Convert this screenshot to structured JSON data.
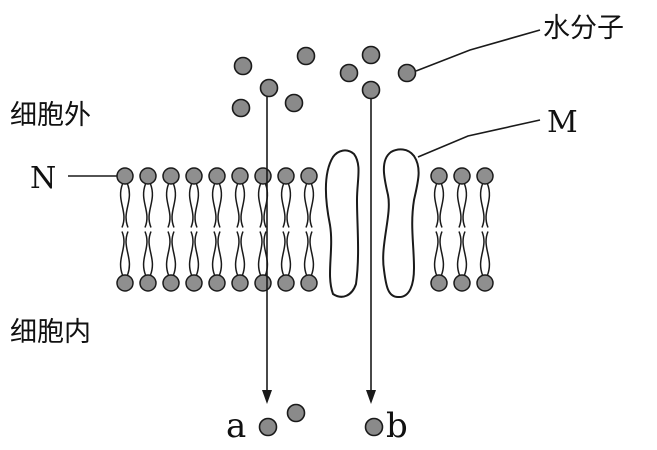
{
  "labels": {
    "outside": "细胞外",
    "inside": "细胞内",
    "water": "水分子",
    "protein": "M",
    "lipid": "N",
    "path_a": "a",
    "path_b": "b"
  },
  "colors": {
    "molecule_fill": "#8a8a8a",
    "stroke": "#1a1a1a",
    "background": "#ffffff"
  }
}
